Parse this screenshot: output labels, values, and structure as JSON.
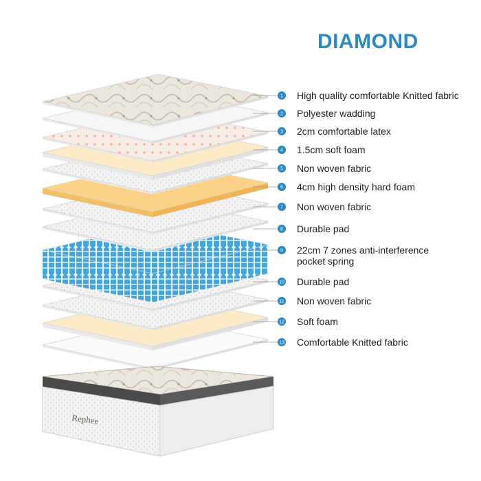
{
  "title": "DIAMOND",
  "brand": "Rephee",
  "accent_color": "#2a88c6",
  "layers": [
    {
      "num": "1",
      "label": "High quality comfortable Knitted fabric",
      "material": "quilted-knit"
    },
    {
      "num": "2",
      "label": "Polyester wadding",
      "material": "wadding"
    },
    {
      "num": "3",
      "label": "2cm comfortable latex",
      "material": "latex"
    },
    {
      "num": "4",
      "label": "1.5cm soft foam",
      "material": "soft-foam"
    },
    {
      "num": "5",
      "label": "Non woven fabric",
      "material": "non-woven"
    },
    {
      "num": "6",
      "label": "4cm high density hard foam",
      "material": "hard-foam"
    },
    {
      "num": "7",
      "label": "Non woven fabric",
      "material": "non-woven"
    },
    {
      "num": "8",
      "label": "Durable pad",
      "material": "pad"
    },
    {
      "num": "9",
      "label": "22cm 7 zones anti-interference",
      "label2": "pocket spring",
      "material": "pocket-spring"
    },
    {
      "num": "10",
      "label": "Durable pad",
      "material": "pad"
    },
    {
      "num": "11",
      "label": "Non woven fabric",
      "material": "non-woven"
    },
    {
      "num": "12",
      "label": "Soft foam",
      "material": "soft-foam"
    },
    {
      "num": "13",
      "label": "Comfortable Knitted fabric",
      "material": "knit"
    }
  ]
}
